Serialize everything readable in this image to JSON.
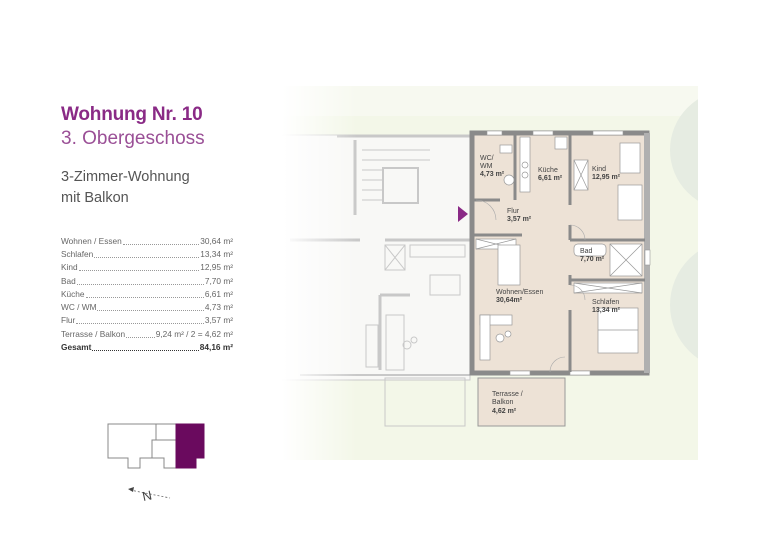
{
  "header": {
    "title": "Wohnung Nr. 10",
    "floor": "3. Obergeschoss",
    "type_line1": "3-Zimmer-Wohnung",
    "type_line2": "mit Balkon"
  },
  "areas": [
    {
      "name": "Wohnen / Essen",
      "value": "30,64 m²"
    },
    {
      "name": "Schlafen",
      "value": "13,34 m²"
    },
    {
      "name": "Kind",
      "value": "12,95 m²"
    },
    {
      "name": "Bad",
      "value": "7,70 m²"
    },
    {
      "name": "Küche",
      "value": "6,61 m²"
    },
    {
      "name": "WC / WM",
      "value": "4,73 m²"
    },
    {
      "name": "Flur",
      "value": "3,57 m²"
    },
    {
      "name": "Terrasse / Balkon",
      "value": "9,24 m² / 2 = 4,62 m²"
    }
  ],
  "total": {
    "name": "Gesamt",
    "value": "84,16 m²"
  },
  "rooms": {
    "wc": {
      "name1": "WC/",
      "name2": "WM",
      "area": "4,73 m²"
    },
    "kueche": {
      "name": "Küche",
      "area": "6,61 m²"
    },
    "kind": {
      "name": "Kind",
      "area": "12,95 m²"
    },
    "flur": {
      "name": "Flur",
      "area": "3,57 m²"
    },
    "bad": {
      "name": "Bad",
      "area": "7,70 m²"
    },
    "wohnen": {
      "name": "Wohnen/Essen",
      "area": "30,64m²"
    },
    "schlafen": {
      "name": "Schlafen",
      "area": "13,34 m²"
    },
    "terrasse": {
      "name1": "Terrasse /",
      "name2": "Balkon",
      "area": "4,62 m²"
    }
  },
  "north_label": "N",
  "colors": {
    "accent": "#8a2a86",
    "keyplan_fill": "#6a0a5e",
    "floor_fill": "#ede2d6",
    "wall": "#8a8a8a",
    "garden": "#f3f7e8"
  }
}
